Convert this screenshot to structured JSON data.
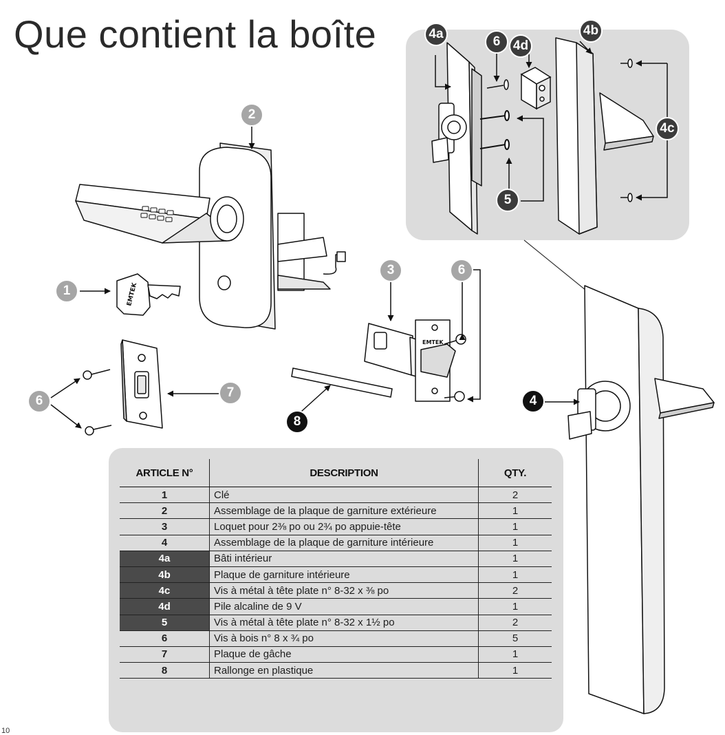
{
  "title": "Que contient la boîte",
  "page_number": "10",
  "callouts": {
    "key": "1",
    "exterior_trim": "2",
    "latch": "3",
    "interior_trim": "4",
    "chassis": "4a",
    "interior_plate": "4b",
    "plate_screws": "4c",
    "battery": "4d",
    "machine_screws": "5",
    "wood_screws_latch": "6",
    "wood_screws_strike": "6",
    "wood_screw_box": "6",
    "strike_plate": "7",
    "extension": "8"
  },
  "brand_marks": {
    "key_text": "EMTEK",
    "latch_text": "EMTEK"
  },
  "table": {
    "headers": [
      "ARTICLE N°",
      "DESCRIPTION",
      "QTY."
    ],
    "rows": [
      {
        "num": "1",
        "desc": "Clé",
        "qty": "2"
      },
      {
        "num": "2",
        "desc": "Assemblage de la plaque de garniture extérieure",
        "qty": "1"
      },
      {
        "num": "3",
        "desc": "Loquet pour 2⅜ po ou 2¾ po appuie-tête",
        "qty": "1"
      },
      {
        "num": "4",
        "desc": "Assemblage de la plaque de garniture intérieure",
        "qty": "1"
      },
      {
        "num": "4a",
        "desc": "Bâti intérieur",
        "qty": "1"
      },
      {
        "num": "4b",
        "desc": "Plaque de garniture intérieure",
        "qty": "1"
      },
      {
        "num": "4c",
        "desc": "Vis à métal à tête plate n° 8-32 x ⅜ po",
        "qty": "2"
      },
      {
        "num": "4d",
        "desc": "Pile alcaline de 9 V",
        "qty": "1"
      },
      {
        "num": "5",
        "desc": "Vis à métal à tête plate n° 8-32 x 1½ po",
        "qty": "2"
      },
      {
        "num": "6",
        "desc": "Vis à bois n° 8 x ¾ po",
        "qty": "5"
      },
      {
        "num": "7",
        "desc": "Plaque de gâche",
        "qty": "1"
      },
      {
        "num": "8",
        "desc": "Rallonge en plastique",
        "qty": "1"
      }
    ]
  }
}
